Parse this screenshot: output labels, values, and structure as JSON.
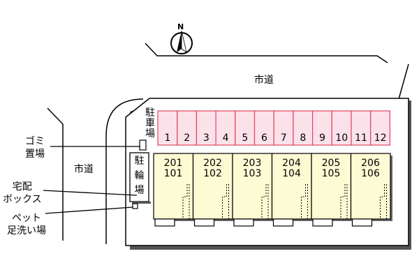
{
  "compass": {
    "label": "N",
    "icon": "north-arrow-icon"
  },
  "roads": {
    "north": "市道",
    "west": "市道"
  },
  "parking": {
    "title": "駐車場",
    "fill": "#fbe2ea",
    "stroke": "#e0455e",
    "slots": [
      "1",
      "2",
      "3",
      "4",
      "5",
      "6",
      "7",
      "8",
      "9",
      "10",
      "11",
      "12"
    ]
  },
  "bike_parking": {
    "title": "駐輪場"
  },
  "callouts": {
    "garbage": [
      "ゴミ",
      "置場"
    ],
    "delivery_box": [
      "宅配",
      "ボックス"
    ],
    "pet_wash": [
      "ペット",
      "足洗い場"
    ]
  },
  "building": {
    "fill": "#fdfbd3",
    "units": [
      {
        "upper": "201",
        "lower": "101"
      },
      {
        "upper": "202",
        "lower": "102"
      },
      {
        "upper": "203",
        "lower": "103"
      },
      {
        "upper": "204",
        "lower": "104"
      },
      {
        "upper": "205",
        "lower": "105"
      },
      {
        "upper": "206",
        "lower": "106"
      }
    ]
  }
}
